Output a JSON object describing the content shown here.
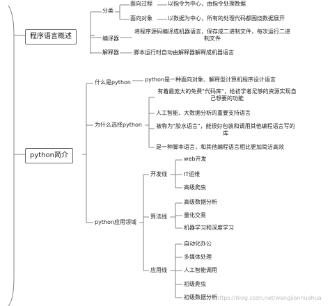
{
  "nodes": {
    "overview": "程序语言概述",
    "classify": "分类",
    "proc": "面向过程",
    "proc_desc": "以指令为中心，由指令处理数据",
    "oop": "面向对象",
    "oop_desc": "以数据为中心，所有的处理代码都围绕数据展开",
    "compiler": "编译器",
    "compiler_desc": "将程序源码编译成机器语言，保存成二进制文件，每次运行二进制文件",
    "interp": "解释器",
    "interp_desc": "脚本运行时自动由解释器解释成机器语言",
    "python_intro": "python简介",
    "what": "什么是python",
    "what_desc": "python是一种面向对象、解释型计算机程序设计语言",
    "why": "为什么选择python",
    "why1": "有着最庞大的免费\"代码库\"，给初学者足够的资源实现自己想要的功能",
    "why2": "人工智能、大数据分析的重要支持语言",
    "why3": "被称为\"胶水语言\"，能很好包装和调用其他编程语言写的库",
    "why4": "是一种脚本语言，和其他编程语言相比更加简洁高效",
    "apps": "python应用领域",
    "dev": "开发线",
    "dev1": "web开发",
    "dev2": "IT运维",
    "dev3": "高级爬虫",
    "algo": "算法线",
    "algo1": "高级数据分析",
    "algo2": "量化交易",
    "algo3": "机器学习和深度学习",
    "appline": "应用线",
    "app1": "自动化办公",
    "app2": "多媒体处理",
    "app3": "人工智能调用",
    "app4": "初级爬虫",
    "app5": "初级数据分析"
  },
  "watermark": "https://blog.csdn.net/wangjianhuahua"
}
